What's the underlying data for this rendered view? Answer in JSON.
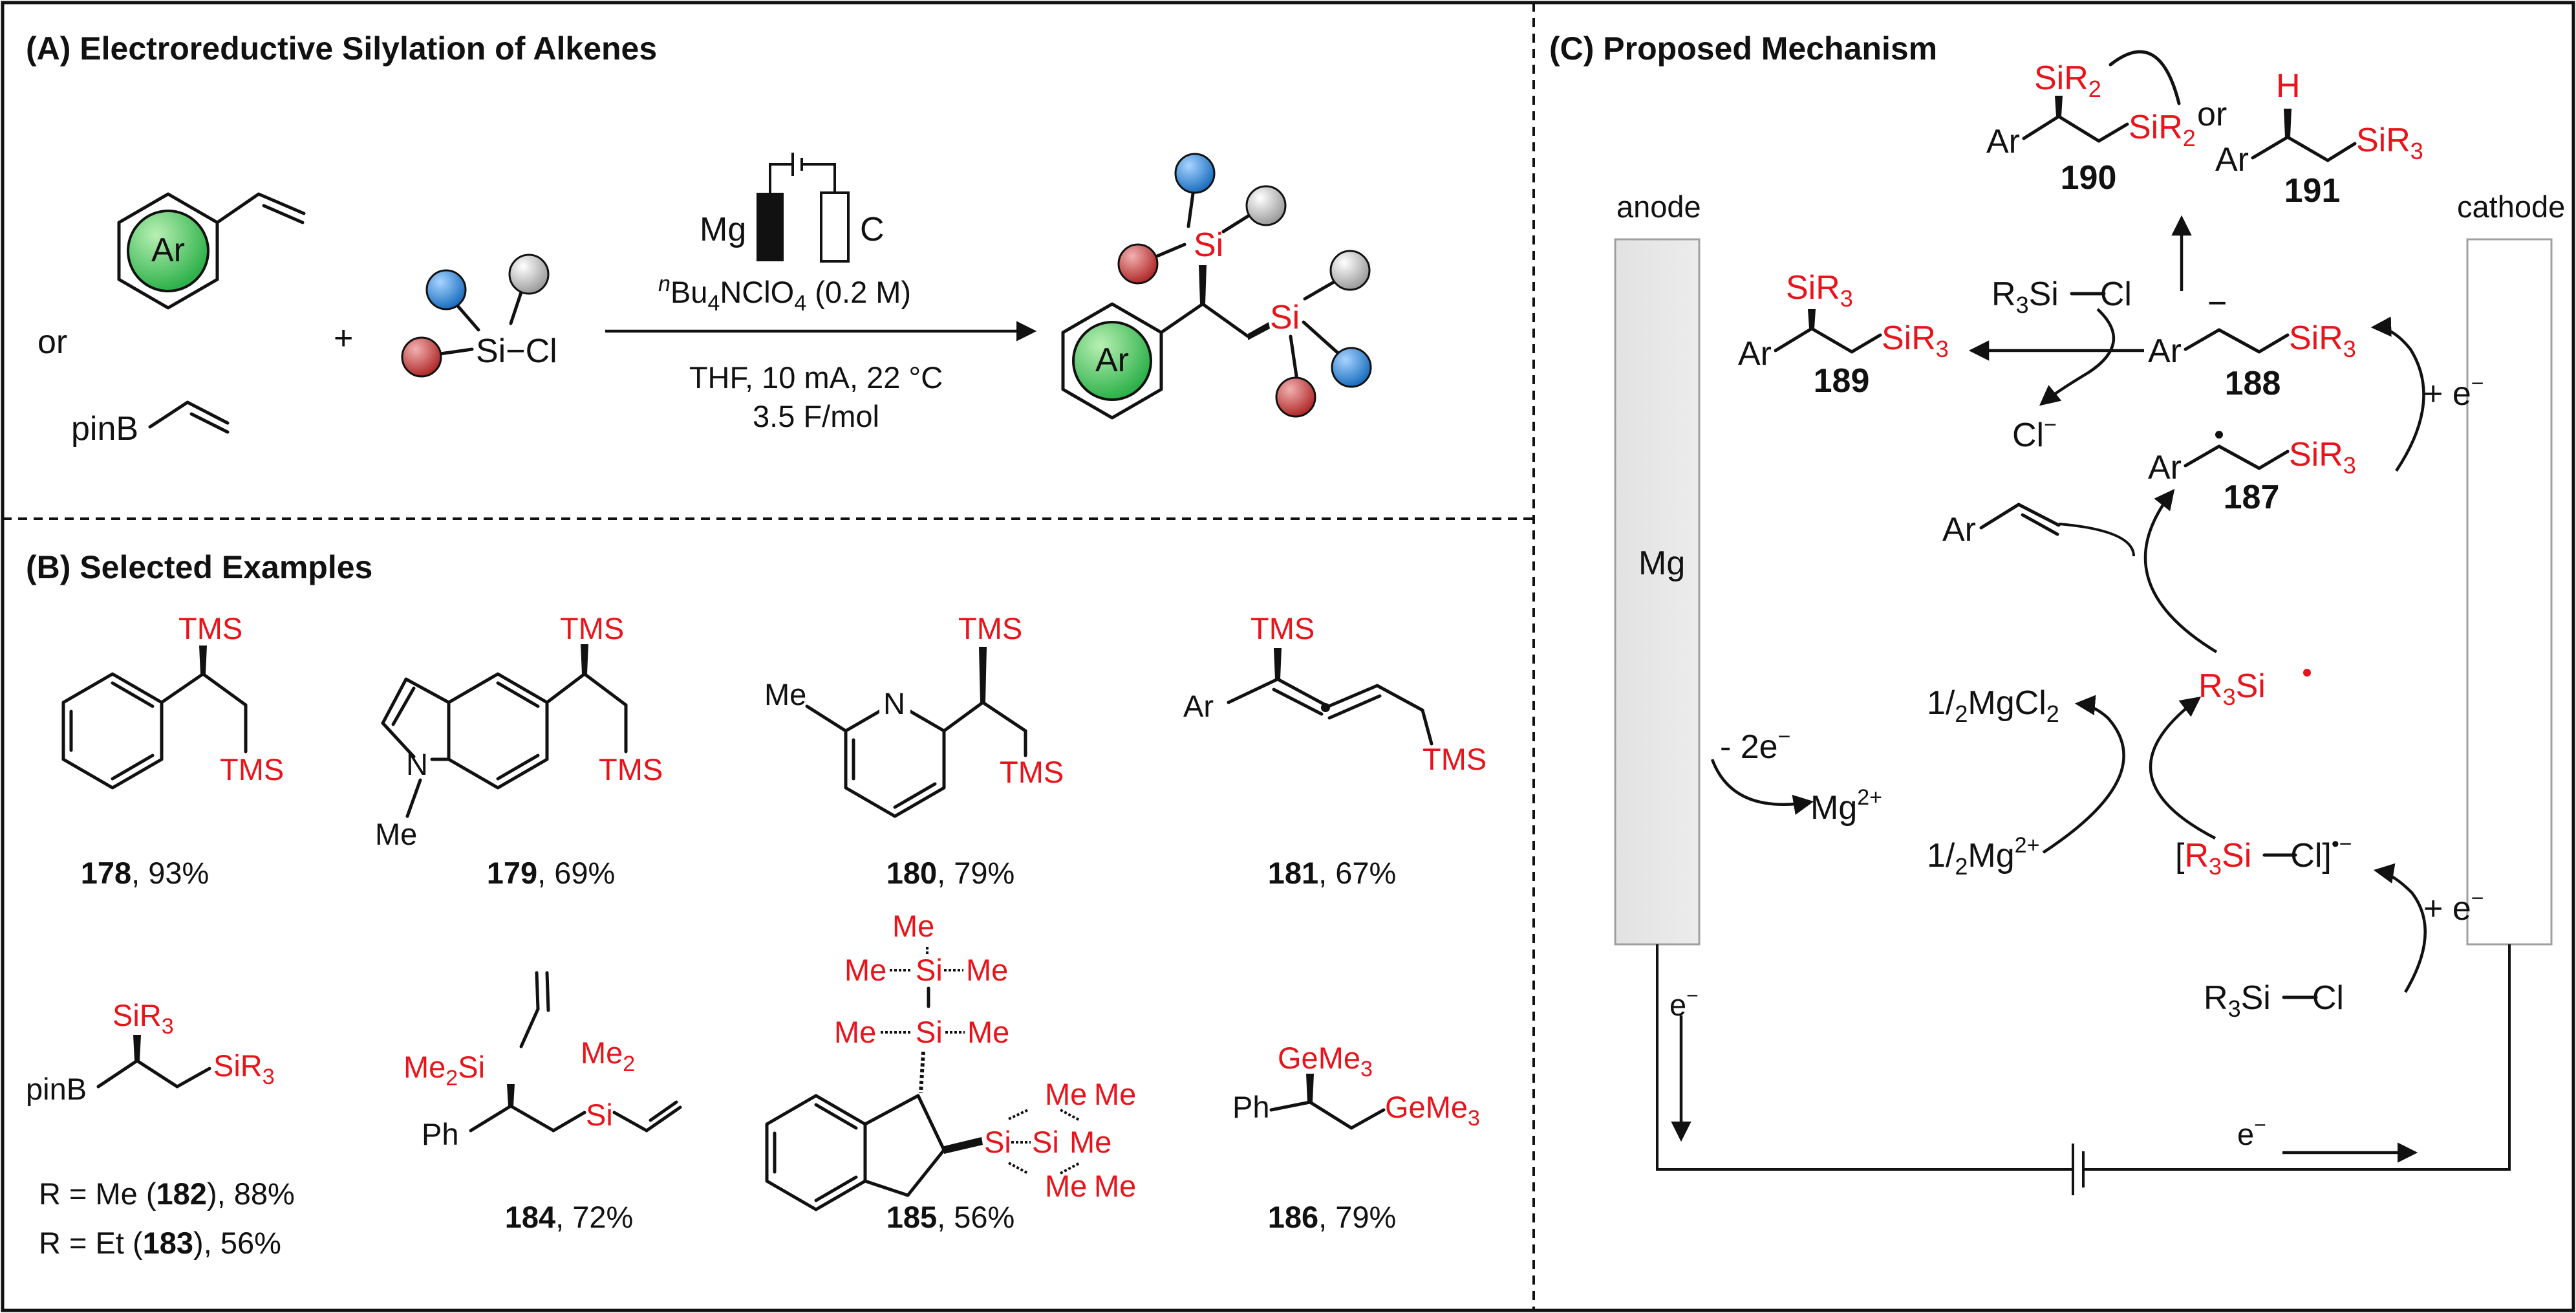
{
  "colors": {
    "accent_red": "#e8141b",
    "aryl_green": "#2eb14a",
    "sphere_red": "#b02b2b",
    "sphere_blue": "#1c6fc0",
    "sphere_gray": "#9c9c9c"
  },
  "panelA": {
    "title": "(A) Electroreductive Silylation of Alkenes",
    "ar": "Ar",
    "or": "or",
    "pinb": "pinB",
    "plus": "+",
    "sicl": "Si−Cl",
    "mg": "Mg",
    "c": "C",
    "cond_salt_sup": "n",
    "cond_salt_a": "Bu",
    "cond_salt_sub": "4",
    "cond_salt_b": "NClO",
    "cond_salt_sub2": "4",
    "cond_salt_c": " (0.2 M)",
    "cond2": "THF, 10 mA, 22 °C",
    "cond3": "3.5 F/mol",
    "prod_si": "Si",
    "prod_ar": "Ar"
  },
  "panelB": {
    "title": "(B) Selected Examples",
    "tms": "TMS",
    "me": "Me",
    "n": "N",
    "ar": "Ar",
    "c178": "178",
    "y178": ", 93%",
    "c179": "179",
    "y179": ", 69%",
    "c180": "180",
    "y180": ", 79%",
    "c181": "181",
    "y181": ", 67%",
    "pinb": "pinB",
    "sir3": "SiR",
    "sub3": "3",
    "r_me": "R = Me (",
    "c182": "182",
    "y182": "), 88%",
    "r_et": "R = Et (",
    "c183": "183",
    "y183": "), 56%",
    "me2si": "Me",
    "sub2": "2",
    "si": "Si",
    "ph": "Ph",
    "c184": "184",
    "y184": ", 72%",
    "c185": "185",
    "y185": ", 56%",
    "gemea": "GeMe",
    "c186": "186",
    "y186": ", 79%"
  },
  "panelC": {
    "title": "(C) Proposed Mechanism",
    "anode": "anode",
    "cathode": "cathode",
    "mg": "Mg",
    "sir2": "SiR",
    "sub2": "2",
    "sir3": "SiR",
    "sub3": "3",
    "h": "H",
    "or": "or",
    "ar": "Ar",
    "c190": "190",
    "c191": "191",
    "c189": "189",
    "c188": "188",
    "c187": "187",
    "r3sicl_r": "R",
    "r3sicl_sub": "3",
    "r3sicl_si": "Si",
    "r3sicl_cl": "Cl",
    "cl_minus": "Cl",
    "minus": "−",
    "plus_e": "+ e",
    "half": "1/",
    "mgcl2": "MgCl",
    "mg2plus": "Mg",
    "sup2plus": "2+",
    "r3si_rad": "R",
    "minus2e": "- 2e",
    "e_minus": "e",
    "bracket_open": "[",
    "bracket_close": "]",
    "dot_minus": "•−"
  }
}
